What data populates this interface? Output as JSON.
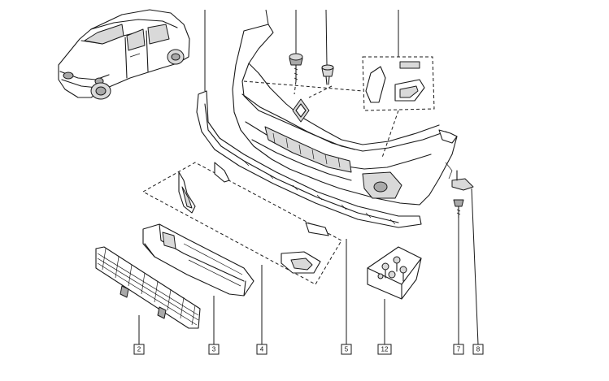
{
  "callouts": [
    {
      "id": "callout-2",
      "label": "2"
    },
    {
      "id": "callout-3",
      "label": "3"
    },
    {
      "id": "callout-4",
      "label": "4"
    },
    {
      "id": "callout-5",
      "label": "5"
    },
    {
      "id": "callout-12",
      "label": "12"
    },
    {
      "id": "callout-7",
      "label": "7"
    },
    {
      "id": "callout-8",
      "label": "8"
    }
  ],
  "colors": {
    "line": "#1a1a1a",
    "background": "#ffffff",
    "part_fill": "#d9d9d9"
  }
}
